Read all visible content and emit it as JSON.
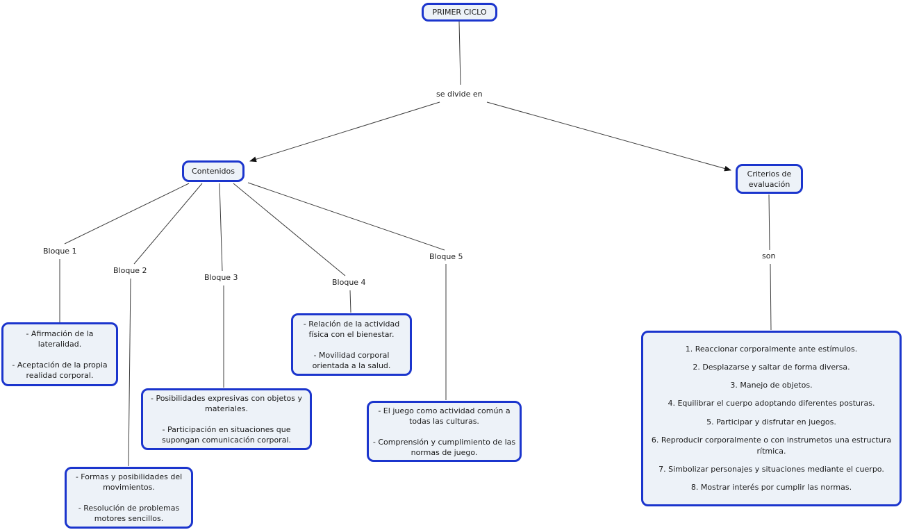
{
  "diagram": {
    "root_label": "PRIMER CICLO",
    "divide_phrase": "se divide en",
    "contenidos_label": "Contenidos",
    "criterios_label": "Criterios de evaluación",
    "son_phrase": "son",
    "blocks": [
      {
        "label": "Bloque 1",
        "items": [
          "- Afirmación de la lateralidad.",
          "- Aceptación de la propia realidad corporal."
        ]
      },
      {
        "label": "Bloque 2",
        "items": [
          "- Formas y posibilidades del movimientos.",
          "- Resolución de problemas motores sencillos."
        ]
      },
      {
        "label": "Bloque 3",
        "items": [
          "- Posibilidades expresivas con objetos y materiales.",
          "- Participación en situaciones que supongan comunicación corporal."
        ]
      },
      {
        "label": "Bloque 4",
        "items": [
          "- Relación de la actividad física con el bienestar.",
          "- Movilidad corporal orientada a la salud."
        ]
      },
      {
        "label": "Bloque 5",
        "items": [
          "- El juego como actividad común a todas las culturas.",
          "- Comprensión y cumplimiento de las normas de juego."
        ]
      }
    ],
    "criteria": [
      "1. Reaccionar corporalmente ante estímulos.",
      "2. Desplazarse y saltar de forma diversa.",
      "3. Manejo de objetos.",
      "4. Equilibrar el cuerpo adoptando diferentes posturas.",
      "5. Participar y disfrutar en juegos.",
      "6. Reproducir corporalmente o con instrumetos una estructura rítmica.",
      "7. Simbolizar personajes y situaciones mediante el cuerpo.",
      "8. Mostrar interés por cumplir las normas."
    ],
    "colors": {
      "node_border": "#1b35cd",
      "node_fill": "#edf2f8",
      "line": "#3c3c3c",
      "text": "#1a1a1a",
      "background": "#ffffff"
    }
  }
}
